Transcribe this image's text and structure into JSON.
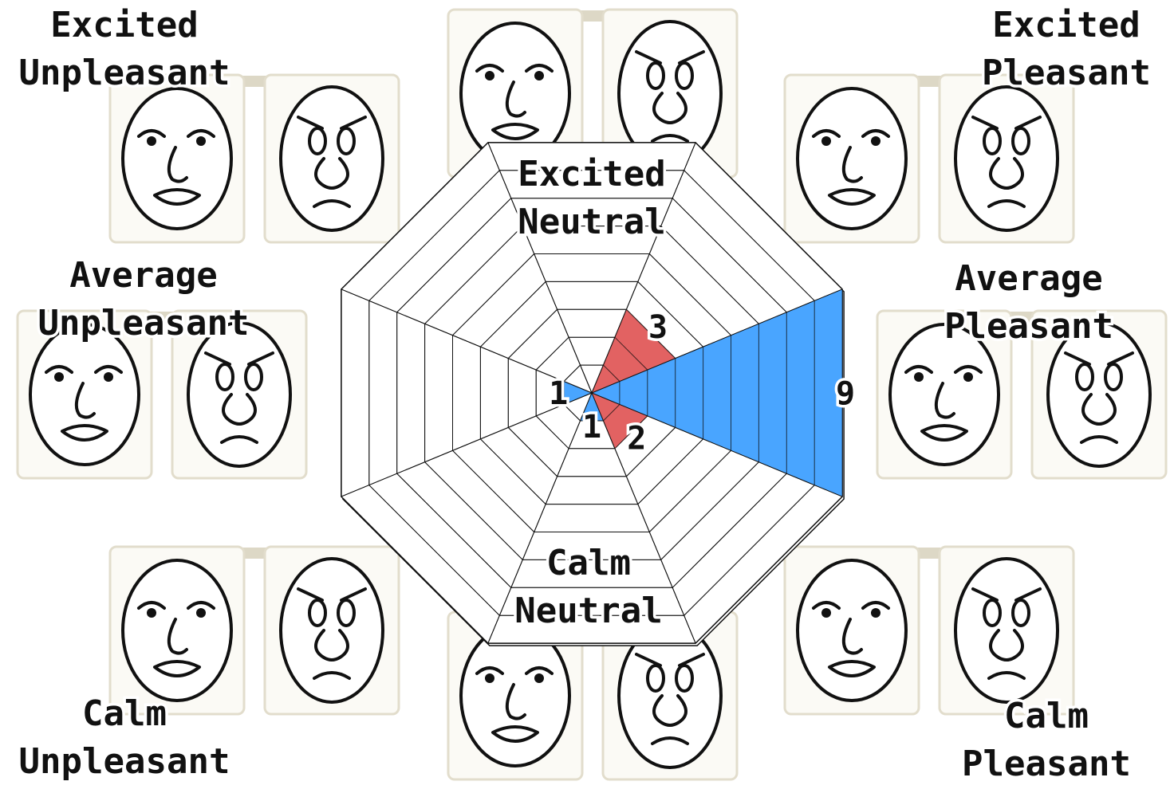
{
  "chart_data": {
    "type": "radar",
    "title": "",
    "rmax": 9,
    "rings": 9,
    "categories": [
      "Excited Neutral",
      "Excited Pleasant",
      "Average Pleasant",
      "Calm Pleasant",
      "Calm Neutral",
      "Calm Unpleasant",
      "Average Unpleasant",
      "Excited Unpleasant"
    ],
    "series": [
      {
        "color": "#e05a5a",
        "values": [
          0,
          3,
          0,
          2,
          0,
          0,
          0,
          0
        ]
      },
      {
        "color": "#3fa0ff",
        "values": [
          0,
          0,
          9,
          0,
          1,
          0,
          1,
          0
        ]
      }
    ],
    "value_labels": [
      {
        "text": "3",
        "category": "Excited Pleasant",
        "series": 0
      },
      {
        "text": "2",
        "category": "Calm Pleasant",
        "series": 0
      },
      {
        "text": "9",
        "category": "Average Pleasant",
        "series": 1
      },
      {
        "text": "1",
        "category": "Calm Neutral",
        "series": 1
      },
      {
        "text": "1",
        "category": "Average Unpleasant",
        "series": 1
      }
    ]
  },
  "labels": {
    "excited_unpleasant": [
      "Excited",
      "Unpleasant"
    ],
    "excited_neutral": [
      "Excited",
      "Neutral"
    ],
    "excited_pleasant": [
      "Excited",
      "Pleasant"
    ],
    "average_unpleasant": [
      "Average",
      "Unpleasant"
    ],
    "average_pleasant": [
      "Average",
      "Pleasant"
    ],
    "calm_unpleasant": [
      "Calm",
      "Unpleasant"
    ],
    "calm_neutral": [
      "Calm",
      "Neutral"
    ],
    "calm_pleasant": [
      "Calm",
      "Pleasant"
    ]
  },
  "icons": {
    "face_pair": "cartoon-face-pair-icon"
  }
}
